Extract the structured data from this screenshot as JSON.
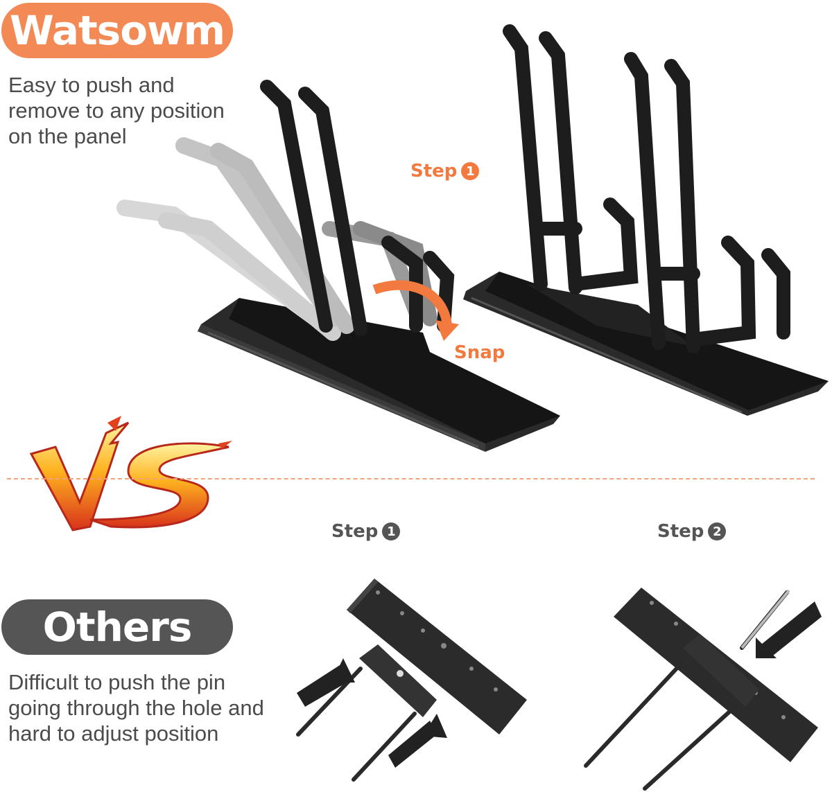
{
  "brand": {
    "name": "Watsowm",
    "description": "Easy to push and\nremove to any position\non the panel",
    "step_label": "Step",
    "step_number": "1",
    "snap_label": "Snap"
  },
  "others": {
    "name": "Others",
    "description": "Difficult to push the pin\ngoing through the hole and\nhard to adjust position",
    "steps": [
      {
        "label": "Step",
        "number": "1"
      },
      {
        "label": "Step",
        "number": "2"
      }
    ]
  },
  "colors": {
    "accent": "#f38a55",
    "dark_pill": "#555555",
    "divider": "#f0a37d"
  }
}
